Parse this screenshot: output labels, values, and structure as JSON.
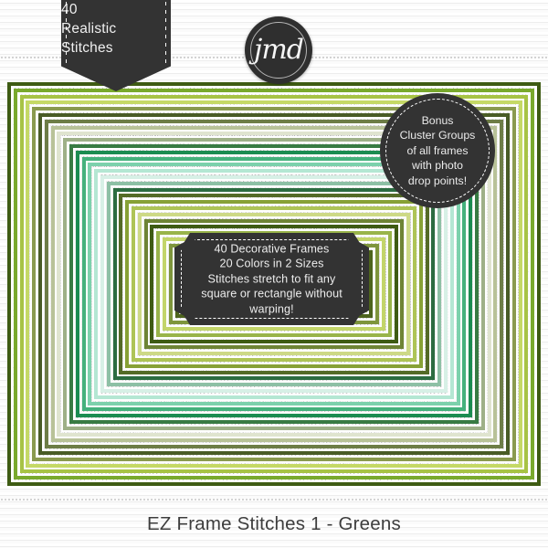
{
  "product": {
    "title": "EZ Frame Stitches 1 - Greens"
  },
  "brand": {
    "logo_text": "jmd",
    "logo_shape": "circle-badge"
  },
  "ribbon_banner": {
    "name": "realistic-stitches-banner",
    "line1": "40",
    "line2": "Realistic",
    "line3": "Stitches",
    "background_color": "#333333",
    "text_color": "#f0f0f0"
  },
  "bonus_badge": {
    "name": "bonus-cluster-groups-badge",
    "line1": "Bonus",
    "line2": "Cluster Groups",
    "line3": "of all frames",
    "line4": "with photo",
    "line5": "drop points!",
    "background_color": "#333333",
    "text_color": "#ebebeb"
  },
  "center_plaque": {
    "name": "feature-description-plaque",
    "line1": "40 Decorative Frames",
    "line2": "20 Colors in 2 Sizes",
    "line3": "Stitches stretch to fit any",
    "line4": "square or rectangle without",
    "line5": "warping!",
    "background_color": "#333333",
    "text_color": "#ededed"
  },
  "frame_preview": {
    "name": "nested-stitch-frames",
    "description": "Nested rectangular stitched frames in green color palette",
    "ring_count": 30,
    "ring_colors": [
      "#3f5a16",
      "#7aa832",
      "#a8c24a",
      "#c5d86b",
      "#8a9a52",
      "#4a5c28",
      "#6d7d48",
      "#b8c29a",
      "#dfe4d0",
      "#9fb08a",
      "#3a7a45",
      "#1f8b52",
      "#49b07e",
      "#7fd0ad",
      "#b6e6d3",
      "#d8f0e6",
      "#8fbfa6",
      "#2e6b42",
      "#556b2a",
      "#88a03a",
      "#aec35c",
      "#cdd98a",
      "#6f8438",
      "#3f5a16",
      "#9ab34e",
      "#c3d46f",
      "#7f9440",
      "#4e6420",
      "#a5bb55",
      "#5d7229"
    ],
    "background_color": "#ffffff",
    "stripe_color": "#ededed"
  },
  "dividers": {
    "top_rule": "dotted-divider",
    "bottom_rule": "dotted-divider"
  }
}
